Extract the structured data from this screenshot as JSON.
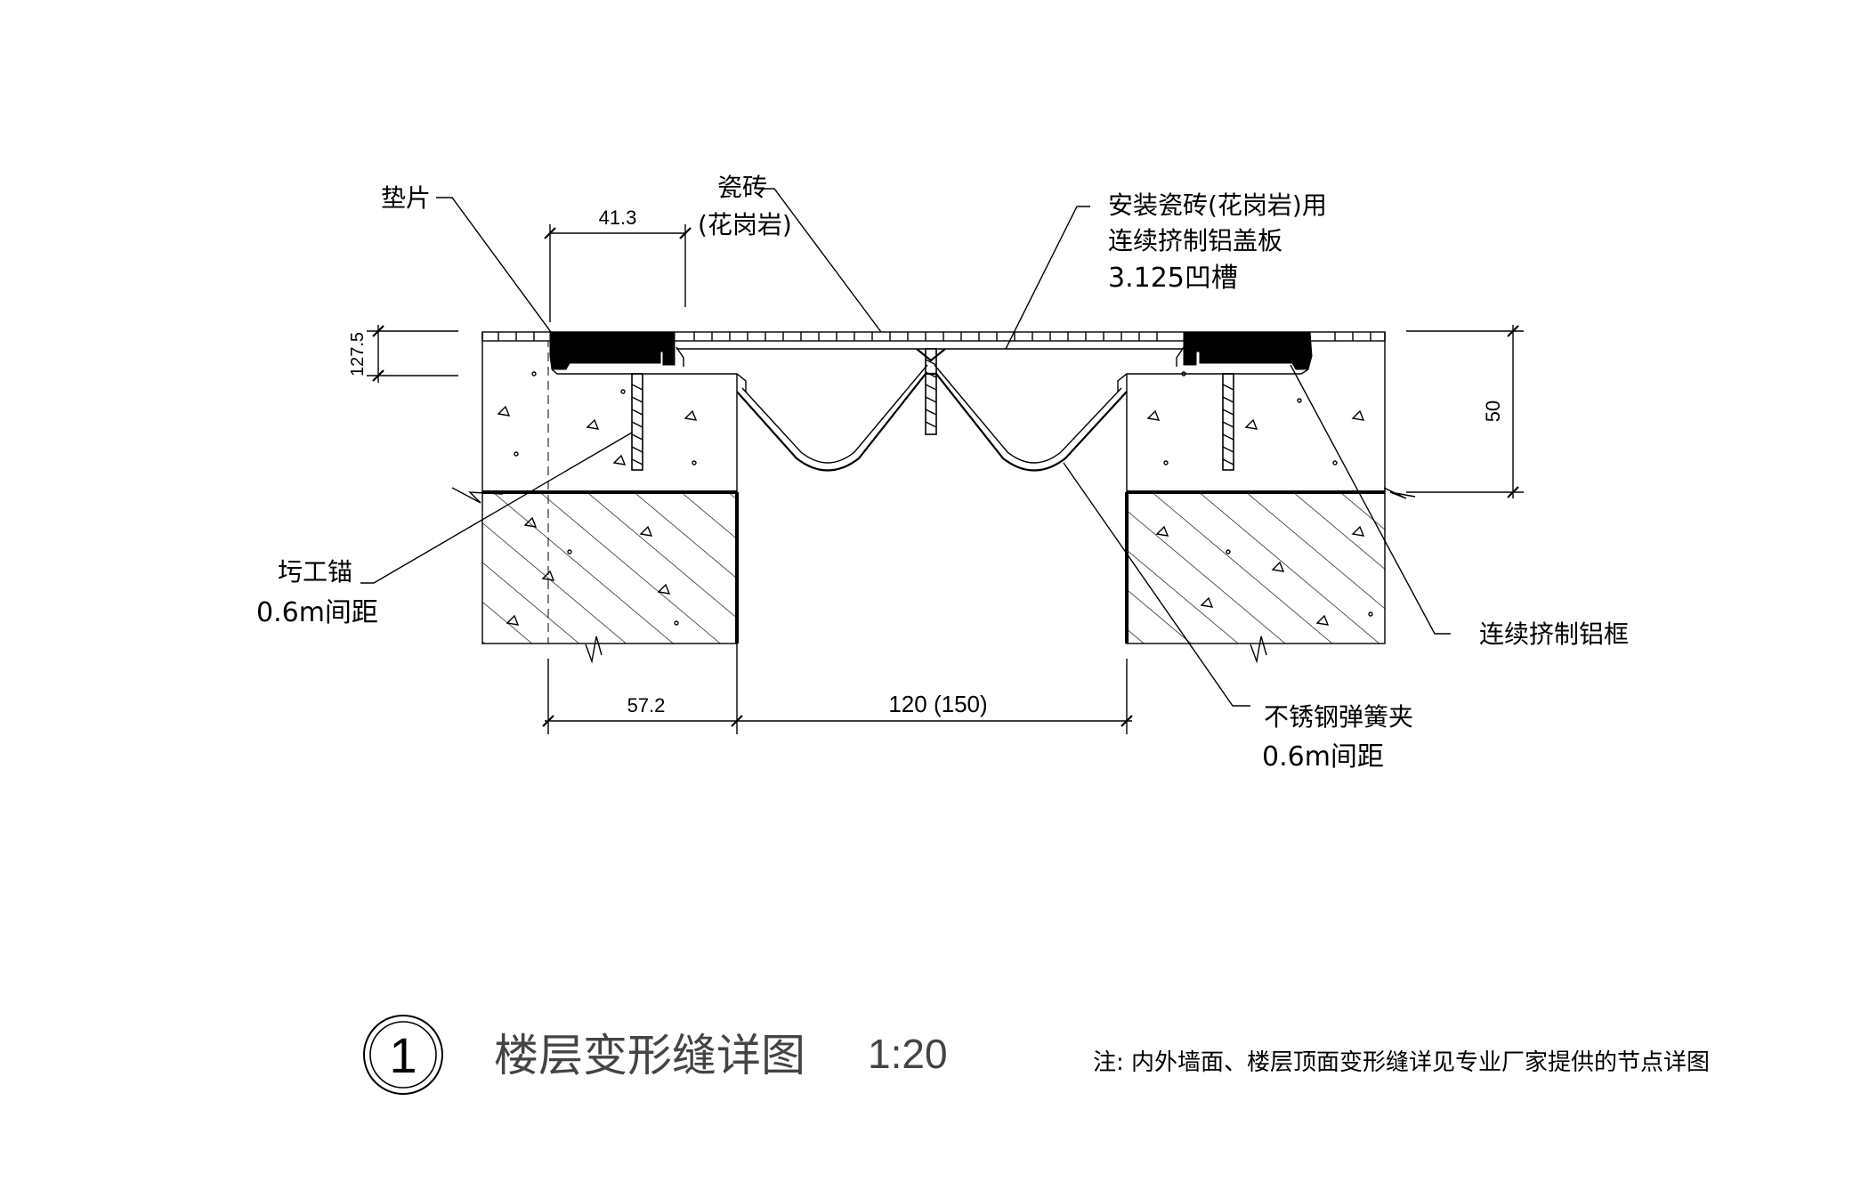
{
  "labels": {
    "gasket": "垫片",
    "tile": "瓷砖",
    "tile_granite": "(花岗岩)",
    "cover_line1": "安装瓷砖(花岗岩)用",
    "cover_line2": "连续挤制铝盖板",
    "cover_line3": "3.125凹槽",
    "anchor_line1": "圬工锚",
    "anchor_line2": "0.6m间距",
    "frame": "连续挤制铝框",
    "clip_line1": "不锈钢弹簧夹",
    "clip_line2": "0.6m间距"
  },
  "dimensions": {
    "d_41_3": "41.3",
    "d_127_5": "127.5",
    "d_50": "50",
    "d_57_2": "57.2",
    "d_120": "120 (150)"
  },
  "title": {
    "number": "1",
    "name": "楼层变形缝详图",
    "scale": "1:20",
    "note": "注: 内外墙面、楼层顶面变形缝详见专业厂家提供的节点详图"
  }
}
